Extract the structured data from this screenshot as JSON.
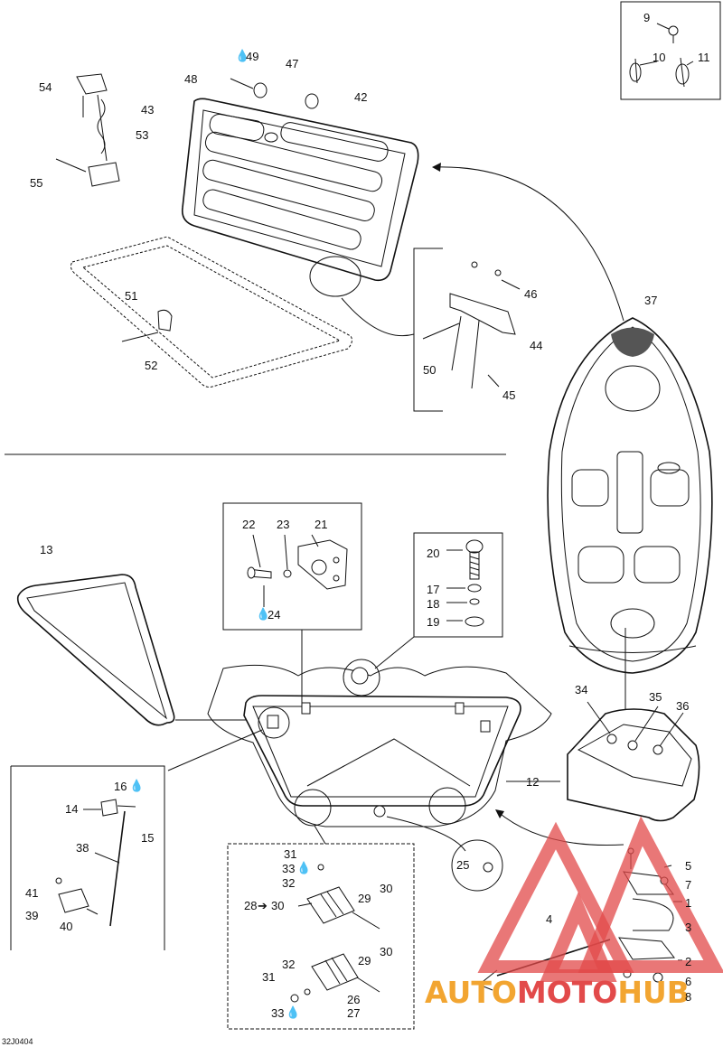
{
  "diagram": {
    "ref_code": "32J0404",
    "callouts": [
      {
        "id": "c1",
        "text": "1"
      },
      {
        "id": "c2",
        "text": "2"
      },
      {
        "id": "c3",
        "text": "3"
      },
      {
        "id": "c4",
        "text": "4"
      },
      {
        "id": "c5",
        "text": "5"
      },
      {
        "id": "c6",
        "text": "6"
      },
      {
        "id": "c7",
        "text": "7"
      },
      {
        "id": "c8",
        "text": "8"
      },
      {
        "id": "c9",
        "text": "9"
      },
      {
        "id": "c10",
        "text": "10"
      },
      {
        "id": "c11",
        "text": "11"
      },
      {
        "id": "c12",
        "text": "12"
      },
      {
        "id": "c13",
        "text": "13"
      },
      {
        "id": "c14",
        "text": "14"
      },
      {
        "id": "c15",
        "text": "15"
      },
      {
        "id": "c16",
        "text": "16"
      },
      {
        "id": "c17",
        "text": "17"
      },
      {
        "id": "c18",
        "text": "18"
      },
      {
        "id": "c19",
        "text": "19"
      },
      {
        "id": "c20",
        "text": "20"
      },
      {
        "id": "c21",
        "text": "21"
      },
      {
        "id": "c22",
        "text": "22"
      },
      {
        "id": "c23",
        "text": "23"
      },
      {
        "id": "c24",
        "text": "24"
      },
      {
        "id": "c25",
        "text": "25"
      },
      {
        "id": "c26",
        "text": "26"
      },
      {
        "id": "c27",
        "text": "27"
      },
      {
        "id": "c28",
        "text": "28"
      },
      {
        "id": "c28b",
        "text": "30"
      },
      {
        "id": "c29a",
        "text": "29"
      },
      {
        "id": "c29b",
        "text": "29"
      },
      {
        "id": "c30a",
        "text": "30"
      },
      {
        "id": "c30b",
        "text": "30"
      },
      {
        "id": "c31a",
        "text": "31"
      },
      {
        "id": "c31b",
        "text": "31"
      },
      {
        "id": "c32a",
        "text": "32"
      },
      {
        "id": "c32b",
        "text": "32"
      },
      {
        "id": "c33a",
        "text": "33"
      },
      {
        "id": "c33b",
        "text": "33"
      },
      {
        "id": "c34",
        "text": "34"
      },
      {
        "id": "c35",
        "text": "35"
      },
      {
        "id": "c36",
        "text": "36"
      },
      {
        "id": "c37",
        "text": "37"
      },
      {
        "id": "c38",
        "text": "38"
      },
      {
        "id": "c39",
        "text": "39"
      },
      {
        "id": "c40",
        "text": "40"
      },
      {
        "id": "c41",
        "text": "41"
      },
      {
        "id": "c42",
        "text": "42"
      },
      {
        "id": "c43",
        "text": "43"
      },
      {
        "id": "c44",
        "text": "44"
      },
      {
        "id": "c45",
        "text": "45"
      },
      {
        "id": "c46",
        "text": "46"
      },
      {
        "id": "c47",
        "text": "47"
      },
      {
        "id": "c48",
        "text": "48"
      },
      {
        "id": "c49",
        "text": "49"
      },
      {
        "id": "c50",
        "text": "50"
      },
      {
        "id": "c51",
        "text": "51"
      },
      {
        "id": "c52",
        "text": "52"
      },
      {
        "id": "c53",
        "text": "53"
      },
      {
        "id": "c54",
        "text": "54"
      },
      {
        "id": "c55",
        "text": "55"
      }
    ]
  },
  "watermark": {
    "part1": "AUTO",
    "part2": "MOTO",
    "part3": "HUB",
    "color_auto": "#f2a531",
    "color_moto": "#e24a4a",
    "color_hub": "#f2a531",
    "triangle_color": "#e24a4a"
  }
}
